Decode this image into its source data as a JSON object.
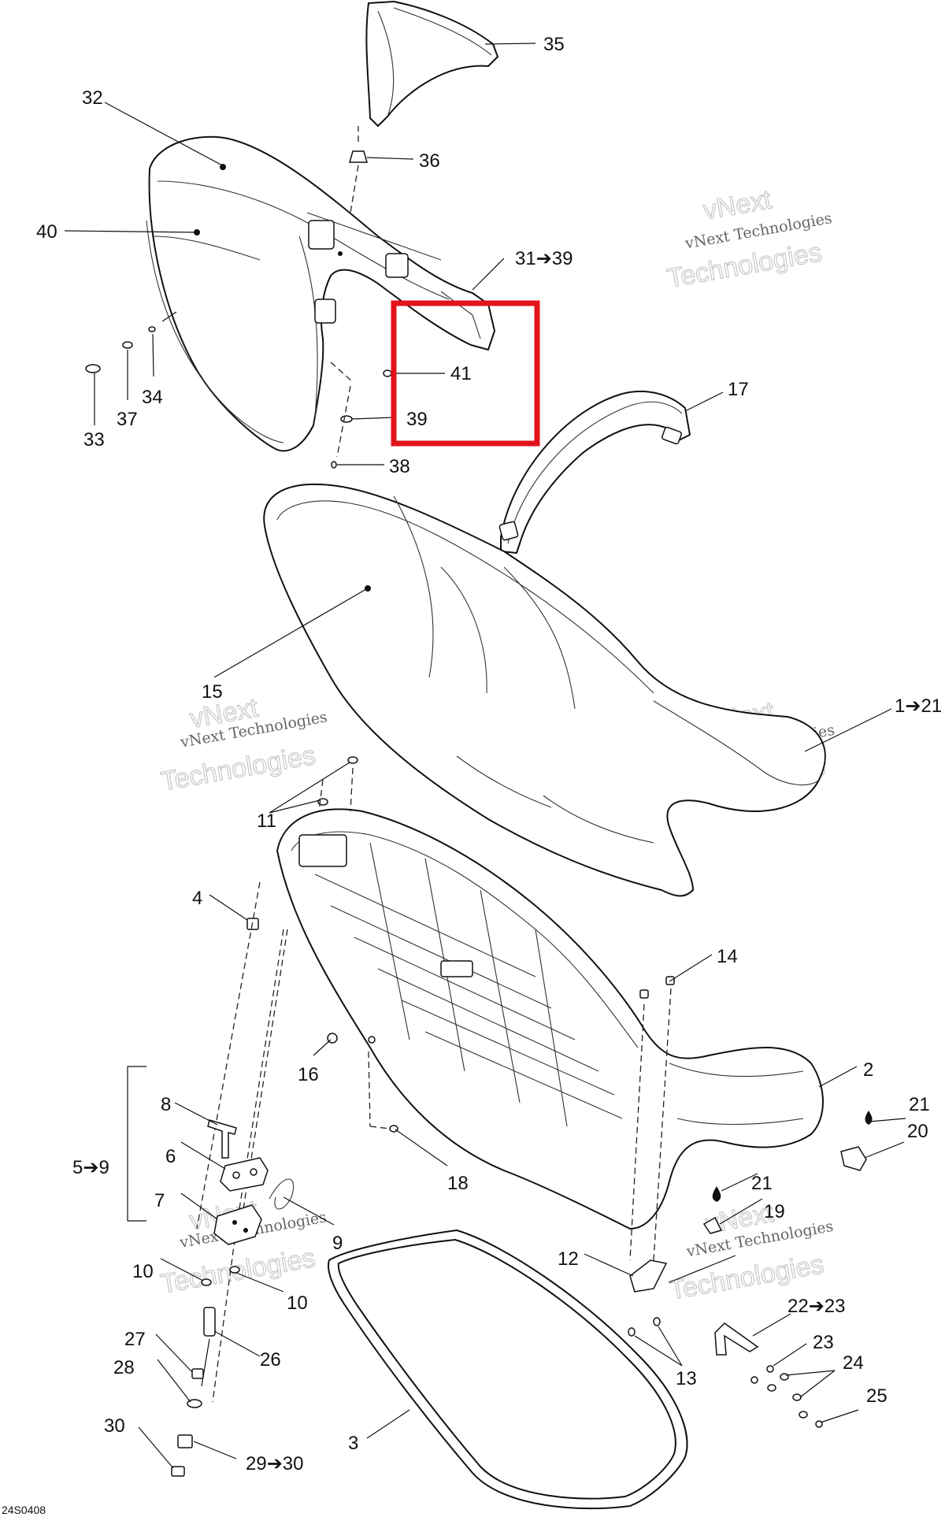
{
  "diagram": {
    "code": "24S0408",
    "watermark": {
      "line1": "vNext",
      "line2": "vNext Technologies",
      "line3": "Technologies"
    },
    "highlight_color": "#e3131b",
    "callouts": {
      "c35": "35",
      "c36": "36",
      "c32": "32",
      "c40": "40",
      "c31": "31➔39",
      "c41": "41",
      "c39": "39",
      "c38": "38",
      "c33": "33",
      "c37": "37",
      "c34": "34",
      "c17": "17",
      "c15": "15",
      "c1": "1➔21",
      "c11": "11",
      "c4": "4",
      "c14": "14",
      "c16": "16",
      "c2": "2",
      "c21a": "21",
      "c20": "20",
      "c8": "8",
      "c5": "5➔9",
      "c6": "6",
      "c7": "7",
      "c9": "9",
      "c18": "18",
      "c21b": "21",
      "c19": "19",
      "c12": "12",
      "c10a": "10",
      "c10b": "10",
      "c22": "22➔23",
      "c23": "23",
      "c24": "24",
      "c25": "25",
      "c13": "13",
      "c27": "27",
      "c26": "26",
      "c28": "28",
      "c30": "30",
      "c29": "29➔30",
      "c3": "3"
    }
  }
}
